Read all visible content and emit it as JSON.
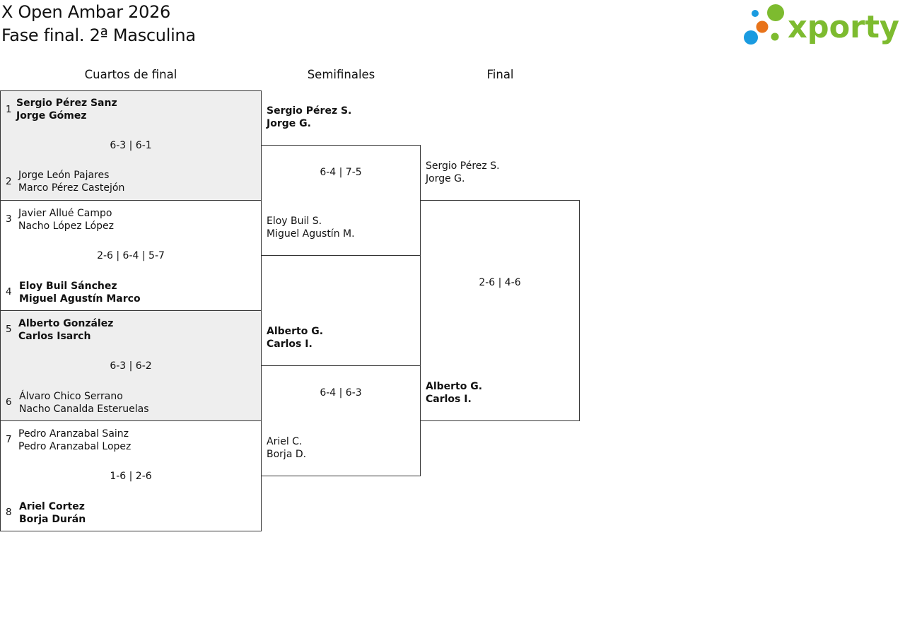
{
  "header": {
    "title_line1": "X Open Ambar 2026",
    "title_line2": "Fase final. 2ª Masculina",
    "logo_text": "xporty",
    "logo_colors": {
      "blue": "#1a9be0",
      "orange": "#e8731a",
      "green": "#7dbb2f"
    }
  },
  "rounds": {
    "quarterfinals": "Cuartos de final",
    "semifinals": "Semifinales",
    "final": "Final"
  },
  "quarterfinals": [
    {
      "seed_a": "1",
      "a1": "Sergio Pérez Sanz",
      "a2": "Jorge Gómez",
      "score": "6-3 | 6-1",
      "seed_b": "2",
      "b1": "Jorge León Pajares",
      "b2": "Marco Pérez Castejón",
      "winner": "a"
    },
    {
      "seed_a": "3",
      "a1": "Javier Allué Campo",
      "a2": "Nacho López López",
      "score": "2-6 | 6-4 | 5-7",
      "seed_b": "4",
      "b1": "Eloy Buil Sánchez",
      "b2": "Miguel Agustín Marco",
      "winner": "b"
    },
    {
      "seed_a": "5",
      "a1": "Alberto González",
      "a2": "Carlos Isarch",
      "score": "6-3 | 6-2",
      "seed_b": "6",
      "b1": "Álvaro Chico Serrano",
      "b2": "Nacho Canalda Esteruelas",
      "winner": "a"
    },
    {
      "seed_a": "7",
      "a1": "Pedro Aranzabal Sainz",
      "a2": "Pedro Aranzabal Lopez",
      "score": "1-6 | 2-6",
      "seed_b": "8",
      "b1": "Ariel Cortez",
      "b2": "Borja Durán",
      "winner": "b"
    }
  ],
  "semifinals": [
    {
      "a1": "Sergio Pérez S.",
      "a2": "Jorge G.",
      "score": "6-4 | 7-5",
      "b1": "Eloy Buil S.",
      "b2": "Miguel Agustín M.",
      "winner": "a"
    },
    {
      "a1": "Alberto G.",
      "a2": "Carlos I.",
      "score": "6-4 | 6-3",
      "b1": "Ariel C.",
      "b2": "Borja D.",
      "winner": "a"
    }
  ],
  "final": {
    "a1": "Sergio Pérez S.",
    "a2": "Jorge G.",
    "score": "2-6 | 4-6",
    "b1": "Alberto G.",
    "b2": "Carlos I.",
    "winner": "b"
  }
}
